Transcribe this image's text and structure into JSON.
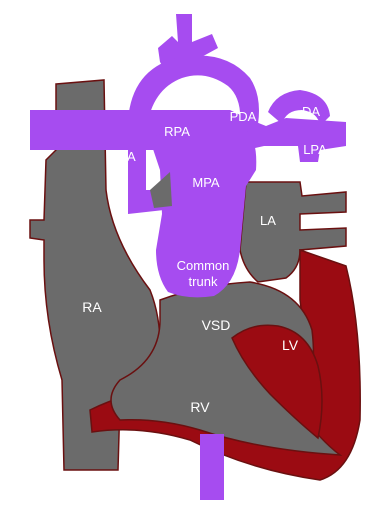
{
  "labels": {
    "aa": "AA",
    "rpa": "RPA",
    "pda": "PDA",
    "da": "DA",
    "lpa": "LPA",
    "mpa": "MPA",
    "la": "LA",
    "common_trunk_line1": "Common",
    "common_trunk_line2": "trunk",
    "ra": "RA",
    "vsd": "VSD",
    "lv": "LV",
    "rv": "RV"
  },
  "colors": {
    "chamber_gray": "#6b6b6b",
    "vessel_purple": "#a64cf0",
    "muscle_red": "#9b0b12",
    "outline": "#6a1010"
  }
}
